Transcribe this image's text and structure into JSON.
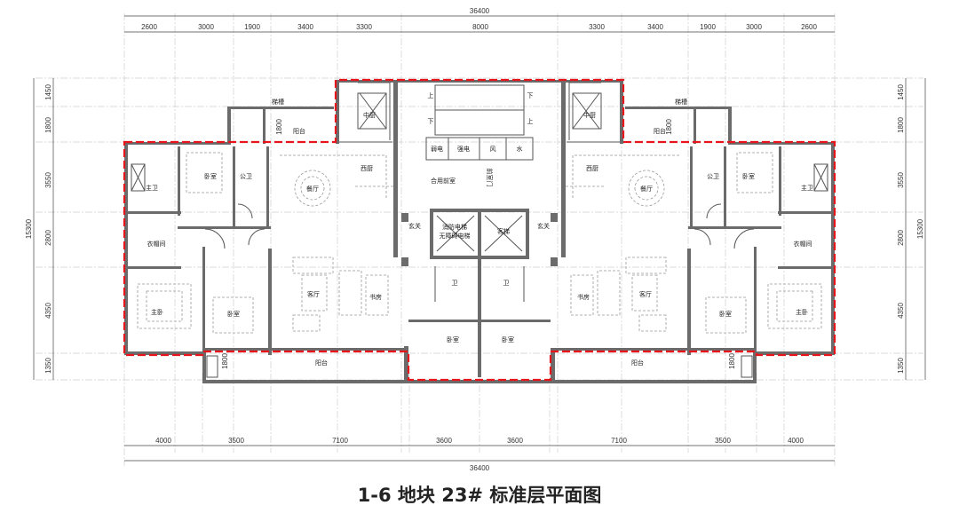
{
  "title": "1-6 地块 23# 标准层平面图",
  "dimensions": {
    "top_total": "36400",
    "top": [
      "2600",
      "3000",
      "1900",
      "3400",
      "3300",
      "8000",
      "3300",
      "3400",
      "1900",
      "3000",
      "2600"
    ],
    "bottom_total": "36400",
    "bottom": [
      "4000",
      "3500",
      "7100",
      "3600",
      "3600",
      "7100",
      "3500",
      "4000"
    ],
    "left_total": "15300",
    "left": [
      "1450",
      "1800",
      "3550",
      "2800",
      "4350",
      "1350"
    ],
    "right_total": "15300",
    "right": [
      "1450",
      "1800",
      "3550",
      "2800",
      "4350",
      "1350"
    ]
  },
  "rooms": {
    "left": {
      "master_bath": "主卫",
      "bedroom1": "卧室",
      "public_bath": "公卫",
      "dining": "餐厅",
      "west_kitchen": "西厨",
      "chinese_kitchen": "中厨",
      "balcony_top": "阳台",
      "balcony_top_dim": "1800",
      "shaft": "梯槽",
      "closet": "衣帽间",
      "master_bedroom": "主卧",
      "bedroom2": "卧室",
      "living": "客厅",
      "study": "书房",
      "balcony_bottom": "阳台",
      "balcony_bottom_dim": "1800",
      "foyer": "玄关"
    },
    "right": {
      "master_bath": "主卫",
      "bedroom1": "卧室",
      "public_bath": "公卫",
      "dining": "餐厅",
      "west_kitchen": "西厨",
      "chinese_kitchen": "中厨",
      "balcony_top": "阳台",
      "balcony_top_dim": "1800",
      "shaft": "梯槽",
      "closet": "衣帽间",
      "master_bedroom": "主卧",
      "bedroom2": "卧室",
      "living": "客厅",
      "study": "书房",
      "balcony_bottom": "阳台",
      "balcony_bottom_dim": "1800",
      "foyer": "玄关"
    },
    "core": {
      "up1": "上",
      "down1": "下",
      "down2": "下",
      "up2": "上",
      "weak_elec": "弱电",
      "strong_elec": "强电",
      "wind": "风",
      "water": "水",
      "lobby": "合用前室",
      "lobby_door": "前室门",
      "fire_elevator_1": "消防电梯",
      "fire_elevator_2": "无障碍电梯",
      "passenger_elevator": "客梯",
      "bath_left": "卫",
      "bath_right": "卫",
      "bedroom_left": "卧室",
      "bedroom_right": "卧室"
    }
  }
}
